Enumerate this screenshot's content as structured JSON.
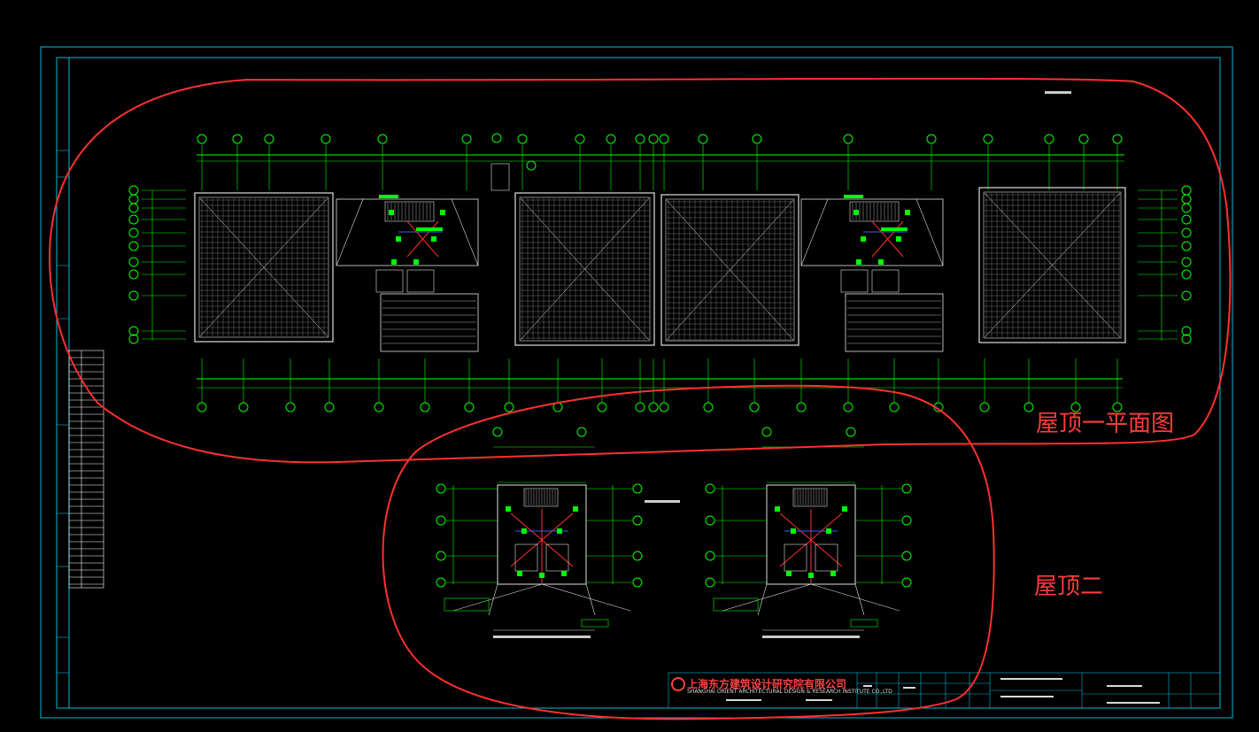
{
  "annotations": [
    {
      "id": "roof-one",
      "text": "屋顶一平面图",
      "color": "#ff3b3b"
    },
    {
      "id": "roof-two",
      "text": "屋顶二",
      "color": "#ff3b3b"
    }
  ],
  "title_block": {
    "company_cn": "上海东方建筑设计研究院有限公司",
    "company_en": "SHANGHAI ORIENT ARCHITECTURAL DESIGN & RESEARCH INSTITUTE CO.,LTD"
  },
  "colors": {
    "background": "#000000",
    "frame": "#00bcd4",
    "drawing": "#e0e0e0",
    "grid_line": "#00ff00",
    "accent_red": "#ff3030",
    "markup": "#ff3b3b"
  }
}
